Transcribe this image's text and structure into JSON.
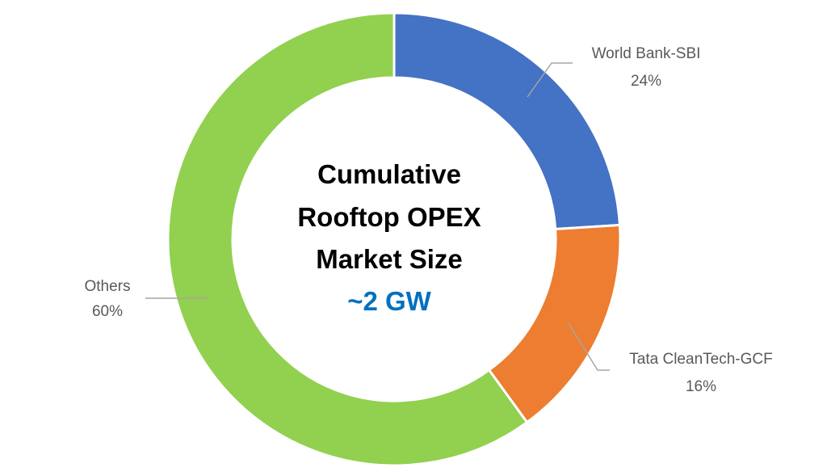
{
  "chart_data": {
    "type": "pie",
    "variant": "donut",
    "title_lines": [
      "Cumulative",
      "Rooftop OPEX",
      "Market Size"
    ],
    "center_value": "~2 GW",
    "center_value_color": "#0070C0",
    "slices": [
      {
        "label": "World Bank-SBI",
        "value": 24,
        "value_label": "24%",
        "color": "#4472C4"
      },
      {
        "label": "Tata CleanTech-GCF",
        "value": 16,
        "value_label": "16%",
        "color": "#ED7D31"
      },
      {
        "label": "Others",
        "value": 60,
        "value_label": "60%",
        "color": "#92D050"
      }
    ]
  }
}
